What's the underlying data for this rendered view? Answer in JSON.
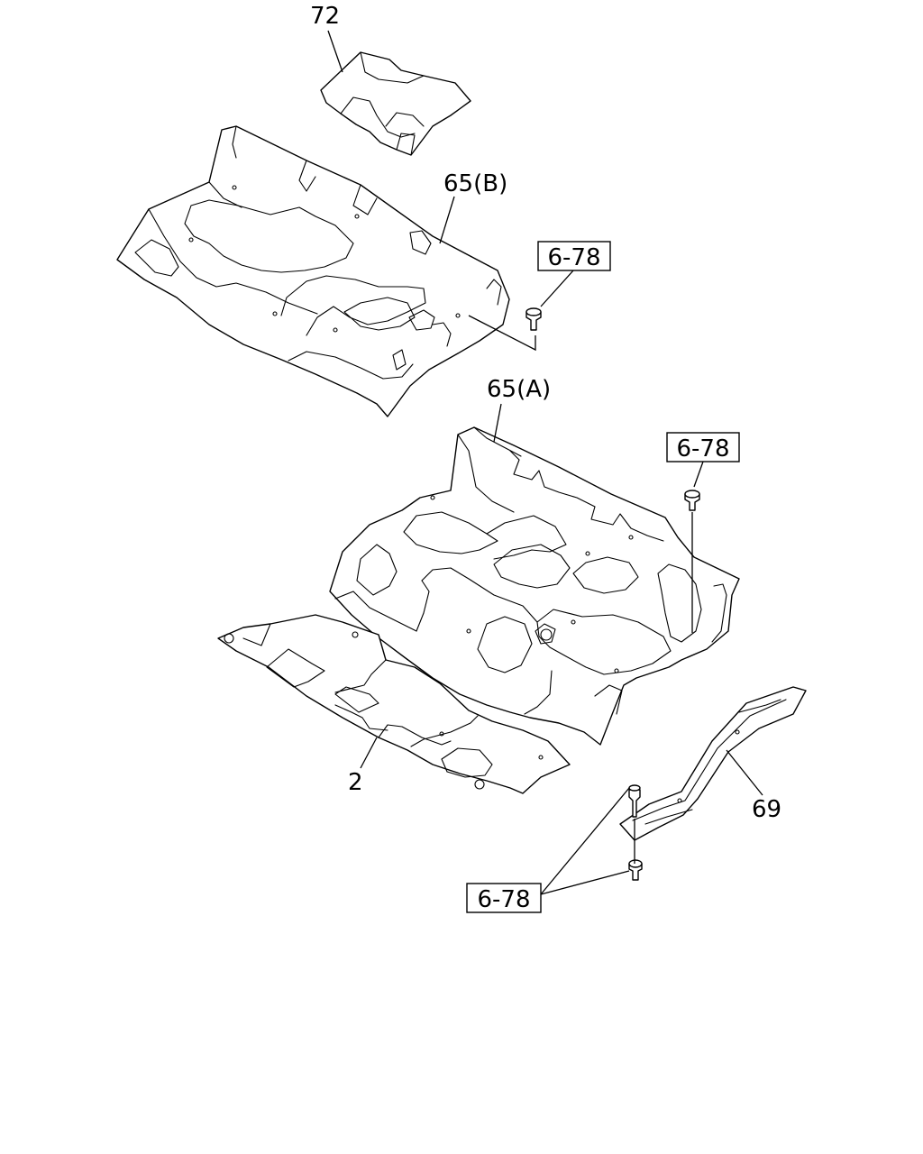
{
  "labels": {
    "part_72": "72",
    "part_65b": "65(B)",
    "part_65a": "65(A)",
    "part_2": "2",
    "part_69": "69"
  },
  "references": {
    "ref_upper": "6-78",
    "ref_middle": "6-78",
    "ref_lower": "6-78"
  },
  "parts": [
    "insulator-72",
    "carpet-65b",
    "carpet-65a",
    "insulator-2",
    "sill-plate-69",
    "clip-fasteners"
  ]
}
